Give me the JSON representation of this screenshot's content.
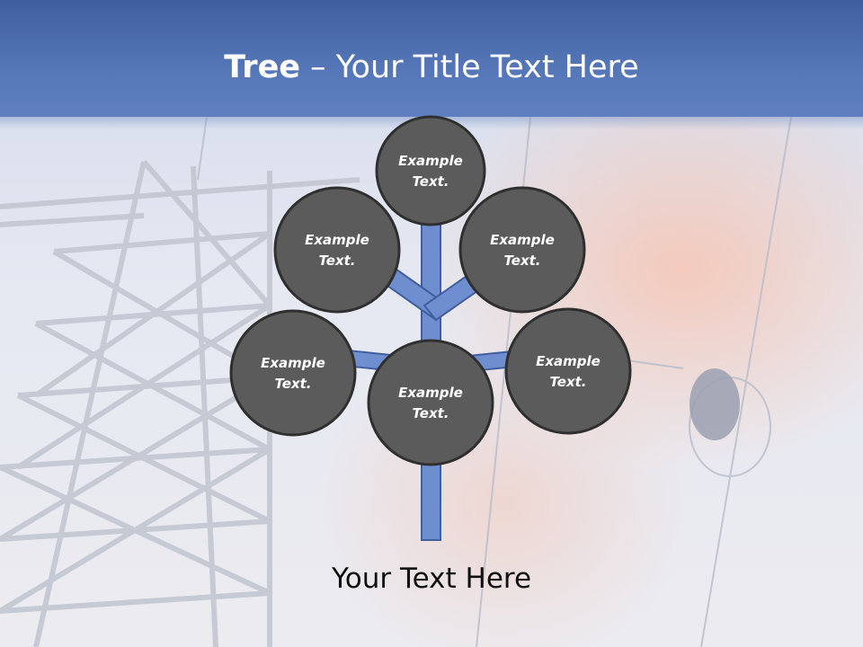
{
  "slide": {
    "title_bold": "Tree",
    "title_rest": " – Your Title Text Here",
    "footer": "Your Text Here"
  },
  "nodes": [
    {
      "id": "top",
      "text_line1": "Example",
      "text_line2": "Text."
    },
    {
      "id": "upper-left",
      "text_line1": "Example",
      "text_line2": "Text."
    },
    {
      "id": "upper-right",
      "text_line1": "Example",
      "text_line2": "Text."
    },
    {
      "id": "lower-left",
      "text_line1": "Example",
      "text_line2": "Text."
    },
    {
      "id": "center",
      "text_line1": "Example",
      "text_line2": "Text."
    },
    {
      "id": "lower-right",
      "text_line1": "Example",
      "text_line2": "Text."
    }
  ],
  "colors": {
    "header": "#5577b8",
    "branch_fill": "#6f8ed0",
    "branch_stroke": "#3f5f9f",
    "node_fill": "#5b5b5b",
    "node_stroke": "#2f2f2f"
  }
}
